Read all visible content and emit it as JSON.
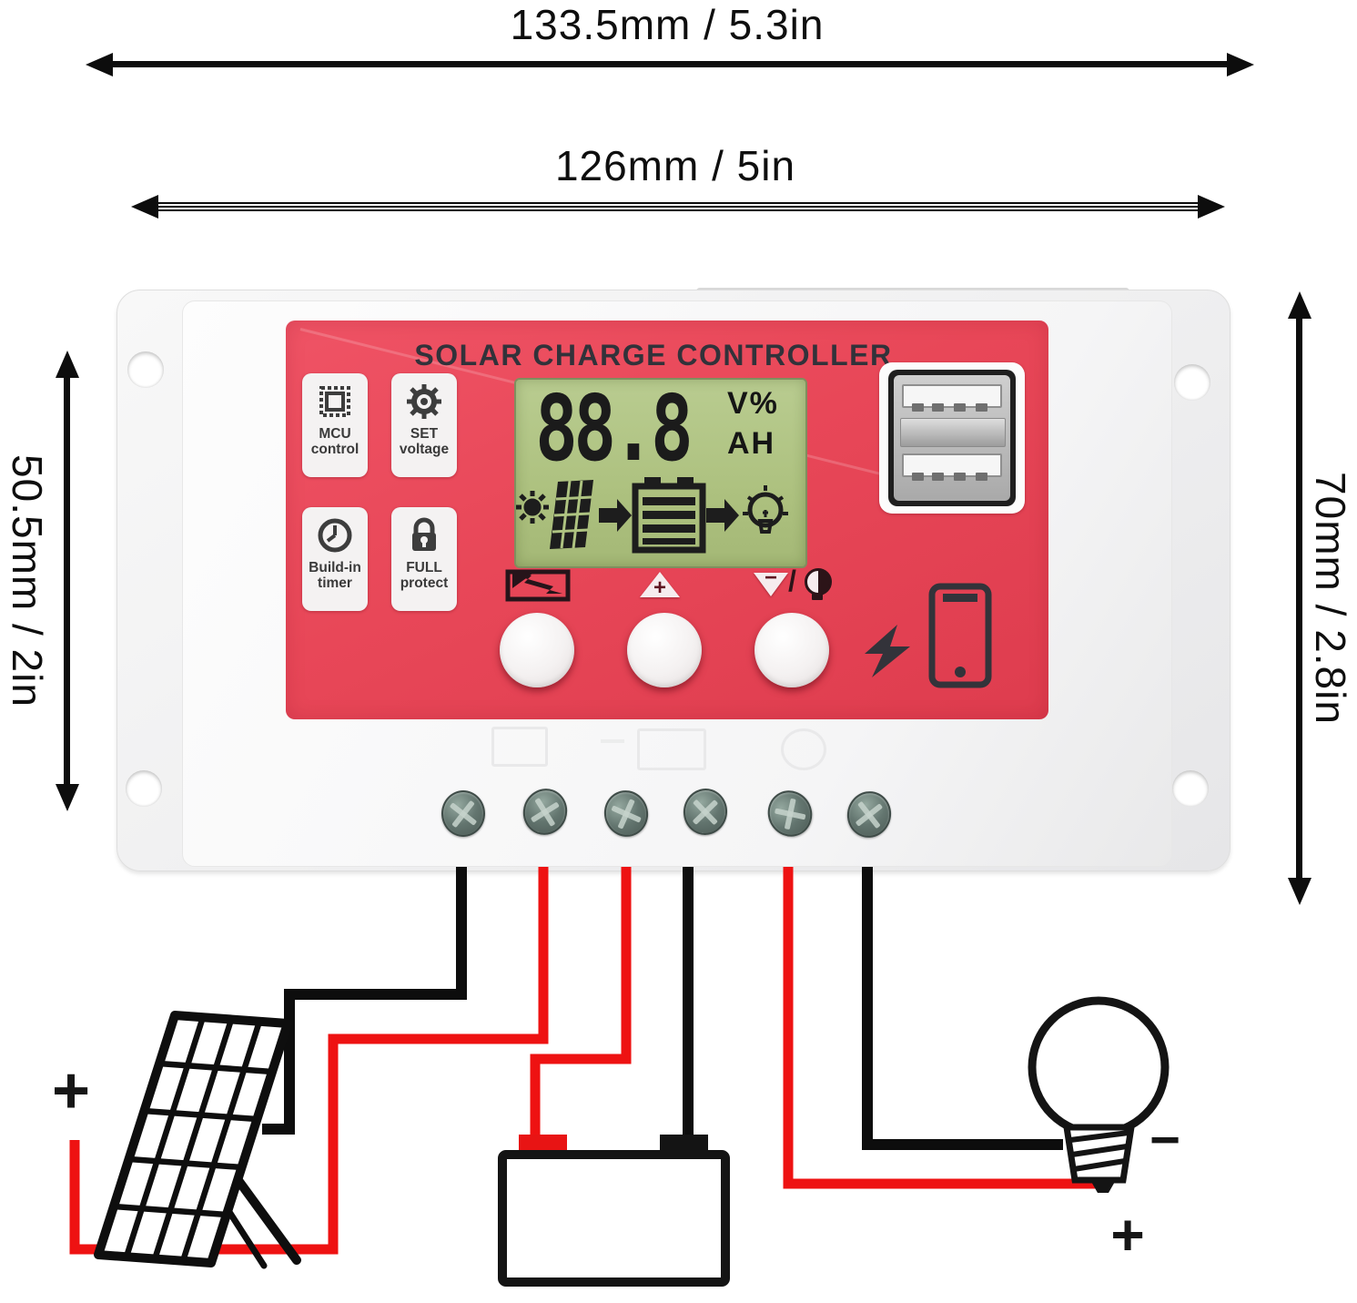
{
  "annotations": {
    "width_outer": "133.5mm / 5.3in",
    "width_inner": "126mm / 5in",
    "height_left": "50.5mm / 2in",
    "height_right": "70mm / 2.8in"
  },
  "device": {
    "title": "SOLAR CHARGE CONTROLLER",
    "feature_cards": [
      {
        "icon": "mcu-chip-icon",
        "line1": "MCU",
        "line2": "control"
      },
      {
        "icon": "gear-icon",
        "line1": "SET",
        "line2": "voltage"
      },
      {
        "icon": "clock-icon",
        "line1": "Build-in",
        "line2": "timer"
      },
      {
        "icon": "padlock-icon",
        "line1": "FULL",
        "line2": "protect"
      }
    ],
    "lcd": {
      "value": "88.8",
      "unit_top": "V%",
      "unit_bottom": "AH",
      "icons": [
        "sun-icon",
        "solar-panel-icon",
        "arrow-right-icon",
        "battery-icon",
        "arrow-right-icon",
        "light-bulb-icon"
      ]
    },
    "button_labels": {
      "left_icon": "battery-switch-icon",
      "up_symbol": "+",
      "down_symbol": "−",
      "slash": "/",
      "right_icon": "bulb-half-icon"
    },
    "other_icons": [
      "lightning-icon",
      "phone-icon",
      "usb-ports",
      "terminal-screws"
    ]
  },
  "schematic": {
    "solar_panel_plus": "+",
    "battery_plus": "+",
    "battery_minus": "−",
    "load_minus": "−",
    "load_plus": "+"
  },
  "colors": {
    "panel_red": "#e84758",
    "lcd_green": "#aec381",
    "wire_red": "#ee1212",
    "wire_black": "#0d0d0d",
    "screw_gray_green": "#63756f"
  }
}
